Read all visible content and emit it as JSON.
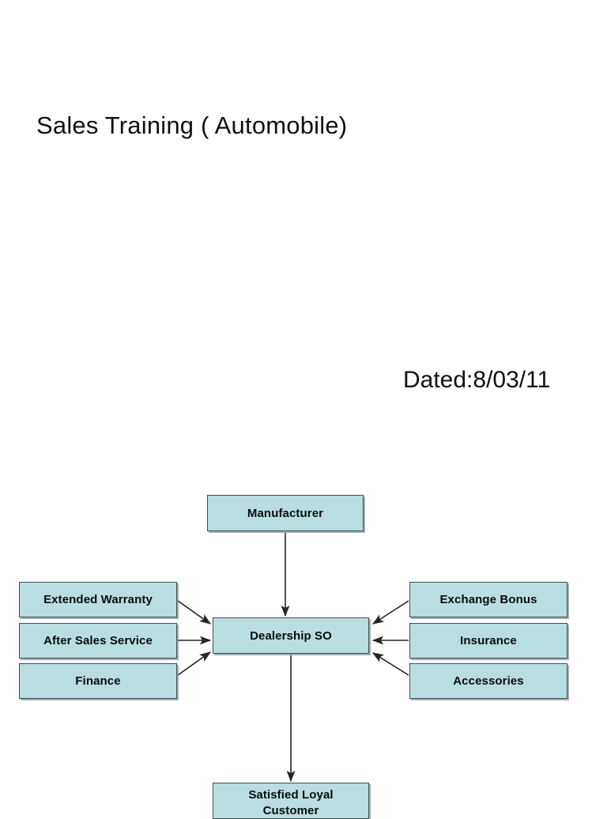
{
  "slide": {
    "title": "Sales Training ( Automobile)",
    "date": "Dated:8/03/11",
    "background_color": "#ffffff"
  },
  "diagram": {
    "type": "flow-diagram",
    "node_fill_color": "#b8dee1",
    "node_border_color": "#3f4f55",
    "arrow_color": "#262626",
    "nodes": {
      "manufacturer": "Manufacturer",
      "dealership": "Dealership SO",
      "extended_warranty": "Extended Warranty",
      "after_sales_service": "After Sales Service",
      "finance": "Finance",
      "exchange_bonus": "Exchange Bonus",
      "insurance": "Insurance",
      "accessories": "Accessories",
      "satisfied_customer": "Satisfied Loyal\nCustomer"
    },
    "edges": [
      {
        "from": "Manufacturer",
        "to": "Dealership SO",
        "direction": "down"
      },
      {
        "from": "Extended Warranty",
        "to": "Dealership SO",
        "direction": "right"
      },
      {
        "from": "After Sales Service",
        "to": "Dealership SO",
        "direction": "right"
      },
      {
        "from": "Finance",
        "to": "Dealership SO",
        "direction": "right"
      },
      {
        "from": "Exchange Bonus",
        "to": "Dealership SO",
        "direction": "left"
      },
      {
        "from": "Insurance",
        "to": "Dealership SO",
        "direction": "left"
      },
      {
        "from": "Accessories",
        "to": "Dealership SO",
        "direction": "left"
      },
      {
        "from": "Dealership SO",
        "to": "Satisfied Loyal Customer",
        "direction": "down"
      }
    ]
  }
}
